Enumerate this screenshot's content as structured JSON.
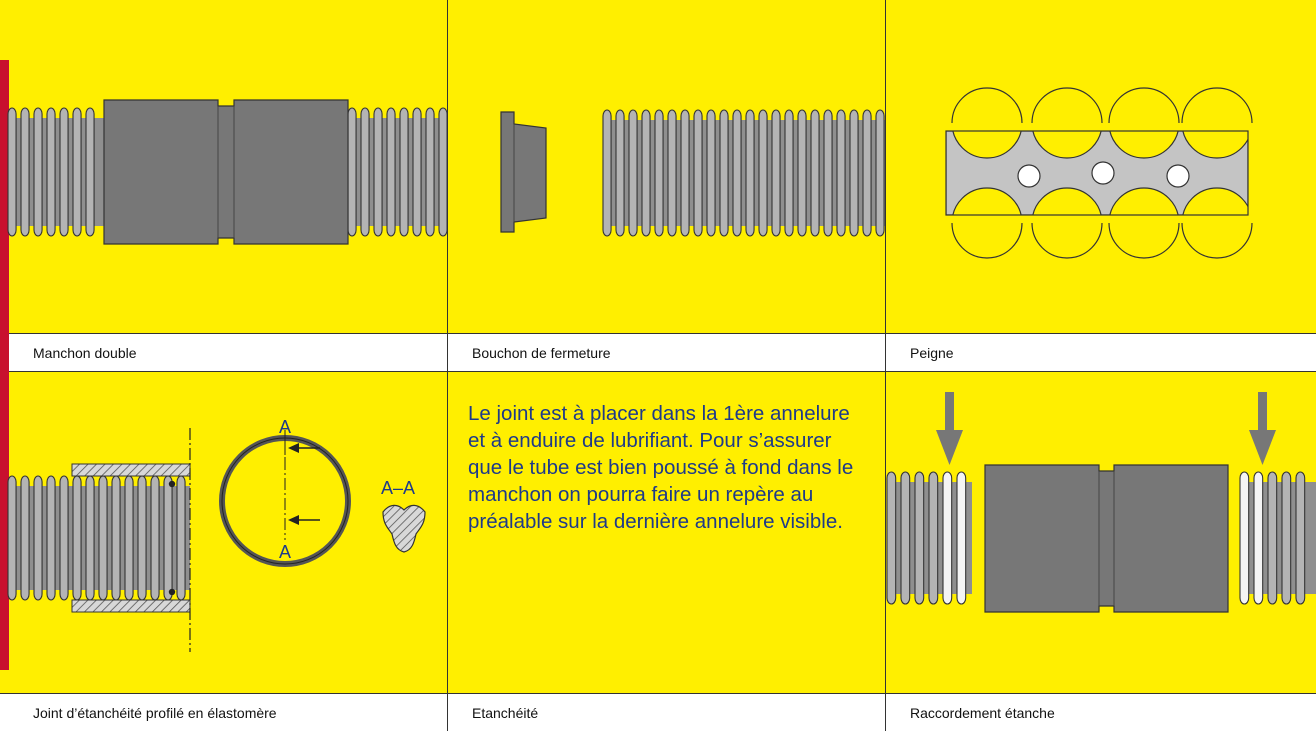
{
  "colors": {
    "panel": "#ffef00",
    "tube": "#b4b4b4",
    "part": "#777777",
    "outline": "#333333",
    "text": "#1e3a8a"
  },
  "icons": [
    "corrugated-tube-icon",
    "double-sleeve-icon",
    "end-cap-icon",
    "comb-icon",
    "seal-ring-icon",
    "arrow-down-icon"
  ],
  "captions": {
    "manchon_double": "Manchon double",
    "bouchon": "Bouchon de fermeture",
    "peigne": "Peigne",
    "joint": "Joint d’étanchéité profilé en élastomère",
    "etancheite": "Etanchéité",
    "raccordement": "Raccordement étanche"
  },
  "section": {
    "cut_label_top": "A",
    "cut_label_bottom": "A",
    "cut_name": "A–A"
  },
  "etancheite_text": "Le joint est à placer dans la 1ère annelure et à enduire de lubrifiant. Pour s’assurer que le tube est bien poussé à fond dans le manchon on pourra faire un repère au préalable sur la dernière annelure visible."
}
